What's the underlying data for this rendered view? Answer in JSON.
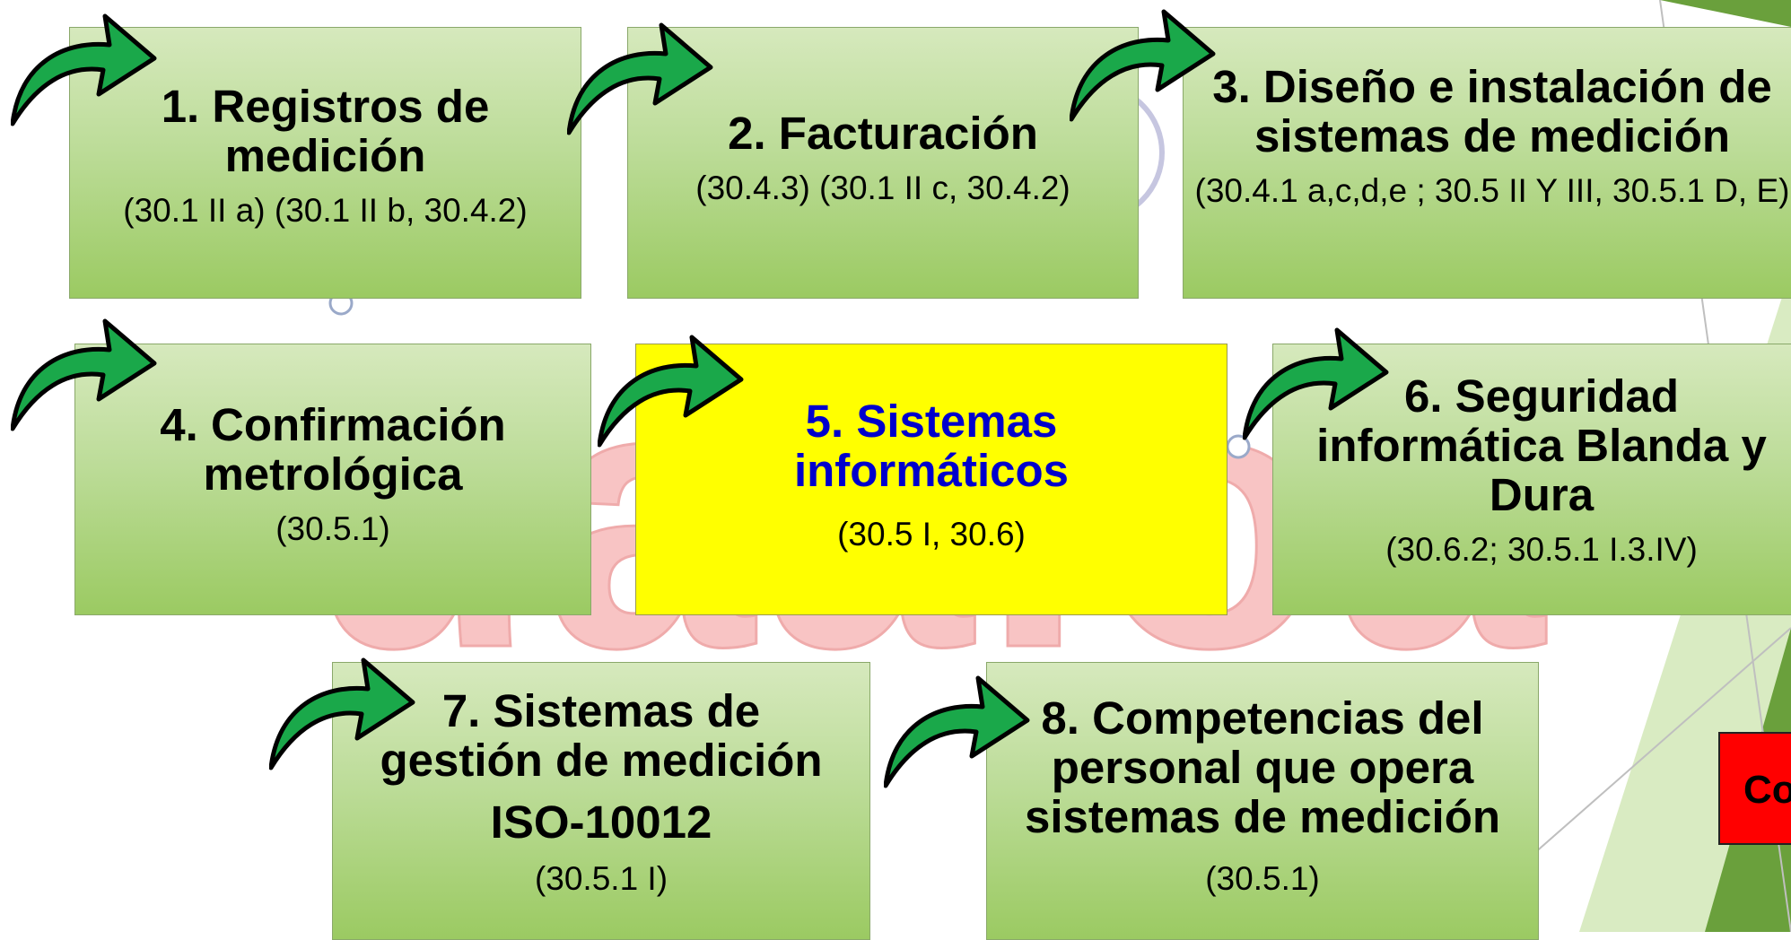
{
  "boxes": [
    {
      "title": "1. Registros de medición",
      "ref": "(30.1 II a) (30.1 II b, 30.4.2)"
    },
    {
      "title": "2. Facturación",
      "ref": "(30.4.3) (30.1 II c, 30.4.2)"
    },
    {
      "title": "3. Diseño e instalación de sistemas de medición",
      "ref": "(30.4.1 a,c,d,e ; 30.5 II Y III, 30.5.1 D, E)"
    },
    {
      "title": "4. Confirmación metrológica",
      "ref": "(30.5.1)"
    },
    {
      "title": "5. Sistemas informáticos",
      "ref": "(30.5 I, 30.6)"
    },
    {
      "title": "6. Seguridad informática Blanda y Dura",
      "ref": "(30.6.2; 30.5.1 I.3.IV)"
    },
    {
      "title": "7. Sistemas de gestión de medición",
      "subtitle": "ISO-10012",
      "ref": "(30.5.1 I)"
    },
    {
      "title": "8. Competencias del personal que opera sistemas de medición",
      "ref": "(30.5.1)"
    }
  ],
  "badge": {
    "label": "Co"
  },
  "watermark": {
    "text": "uaaioa"
  },
  "colors": {
    "box_green": "#a9d27a",
    "highlight": "#ffff00",
    "arrow": "#1aa84a",
    "badge": "#ff0000",
    "slide_accent": "#6aa03c",
    "watermark": "#f28b8b"
  },
  "icons": [
    "curved-arrow-icon"
  ]
}
